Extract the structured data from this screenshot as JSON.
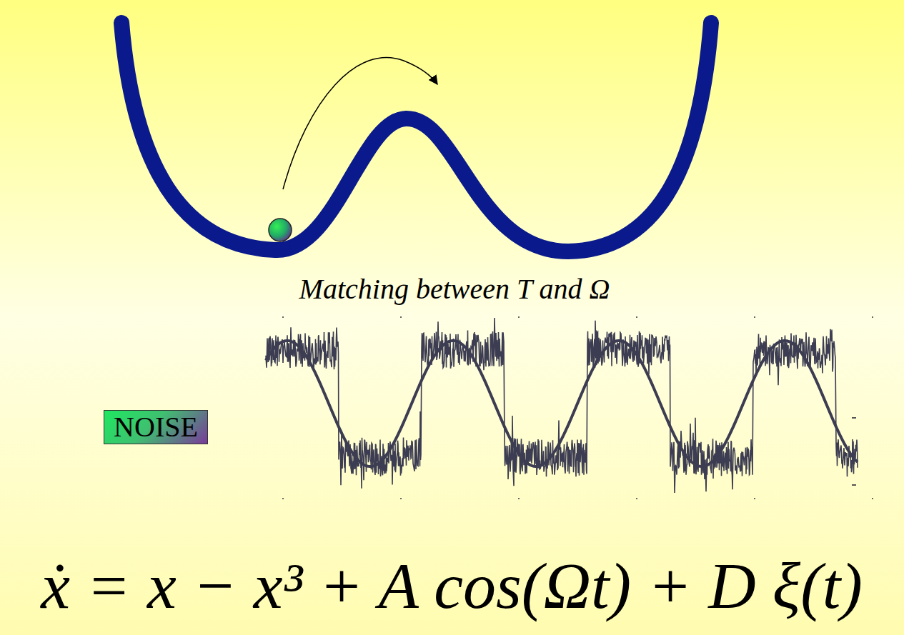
{
  "diagram": {
    "nodes": [
      {
        "text": [
          "NOISE"
        ]
      }
    ],
    "labels": [
      "Matching between T and Ω",
      "ẋ = x − x³ + A cos(Ωt) + D ξ(t)"
    ]
  }
}
